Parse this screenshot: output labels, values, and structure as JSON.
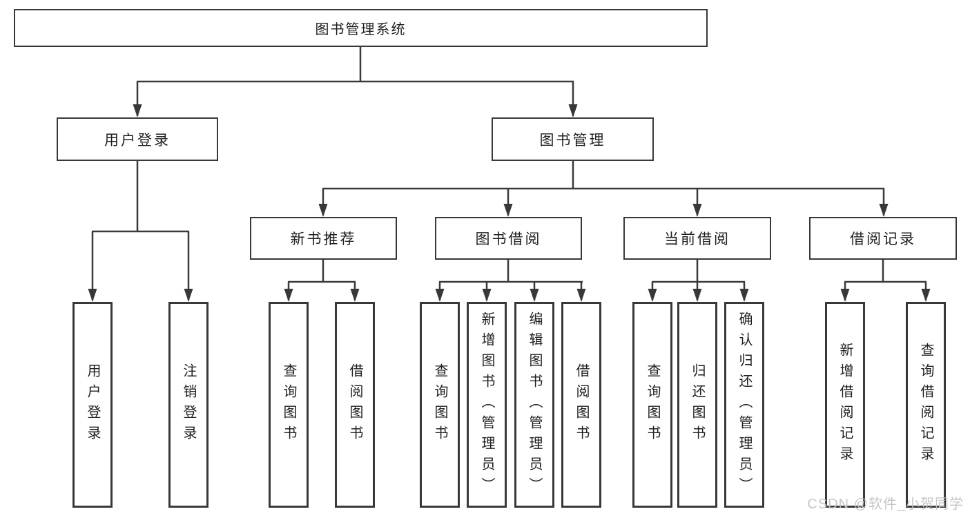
{
  "diagram": {
    "type": "hierarchy-tree",
    "background_color": "#ffffff",
    "line_color": "#3a3a3a",
    "box_border_color": "#383838",
    "text_color": "#1f1f1f",
    "watermark_color": "#c3c3c3",
    "tree": {
      "label": "图书管理系统",
      "children": [
        {
          "label": "用户登录",
          "children": [
            {
              "label": "用户登录"
            },
            {
              "label": "注销登录"
            }
          ]
        },
        {
          "label": "图书管理",
          "children": [
            {
              "label": "新书推荐",
              "children": [
                {
                  "label": "查询图书"
                },
                {
                  "label": "借阅图书"
                }
              ]
            },
            {
              "label": "图书借阅",
              "children": [
                {
                  "label": "查询图书"
                },
                {
                  "label": "新增图书（管理员）"
                },
                {
                  "label": "编辑图书（管理员）"
                },
                {
                  "label": "借阅图书"
                }
              ]
            },
            {
              "label": "当前借阅",
              "children": [
                {
                  "label": "查询图书"
                },
                {
                  "label": "归还图书"
                },
                {
                  "label": "确认归还（管理员）"
                }
              ]
            },
            {
              "label": "借阅记录",
              "children": [
                {
                  "label": "新增借阅记录"
                },
                {
                  "label": "查询借阅记录"
                }
              ]
            }
          ]
        }
      ]
    },
    "watermark": {
      "text": "CSDN @软件_小贺同学"
    }
  }
}
